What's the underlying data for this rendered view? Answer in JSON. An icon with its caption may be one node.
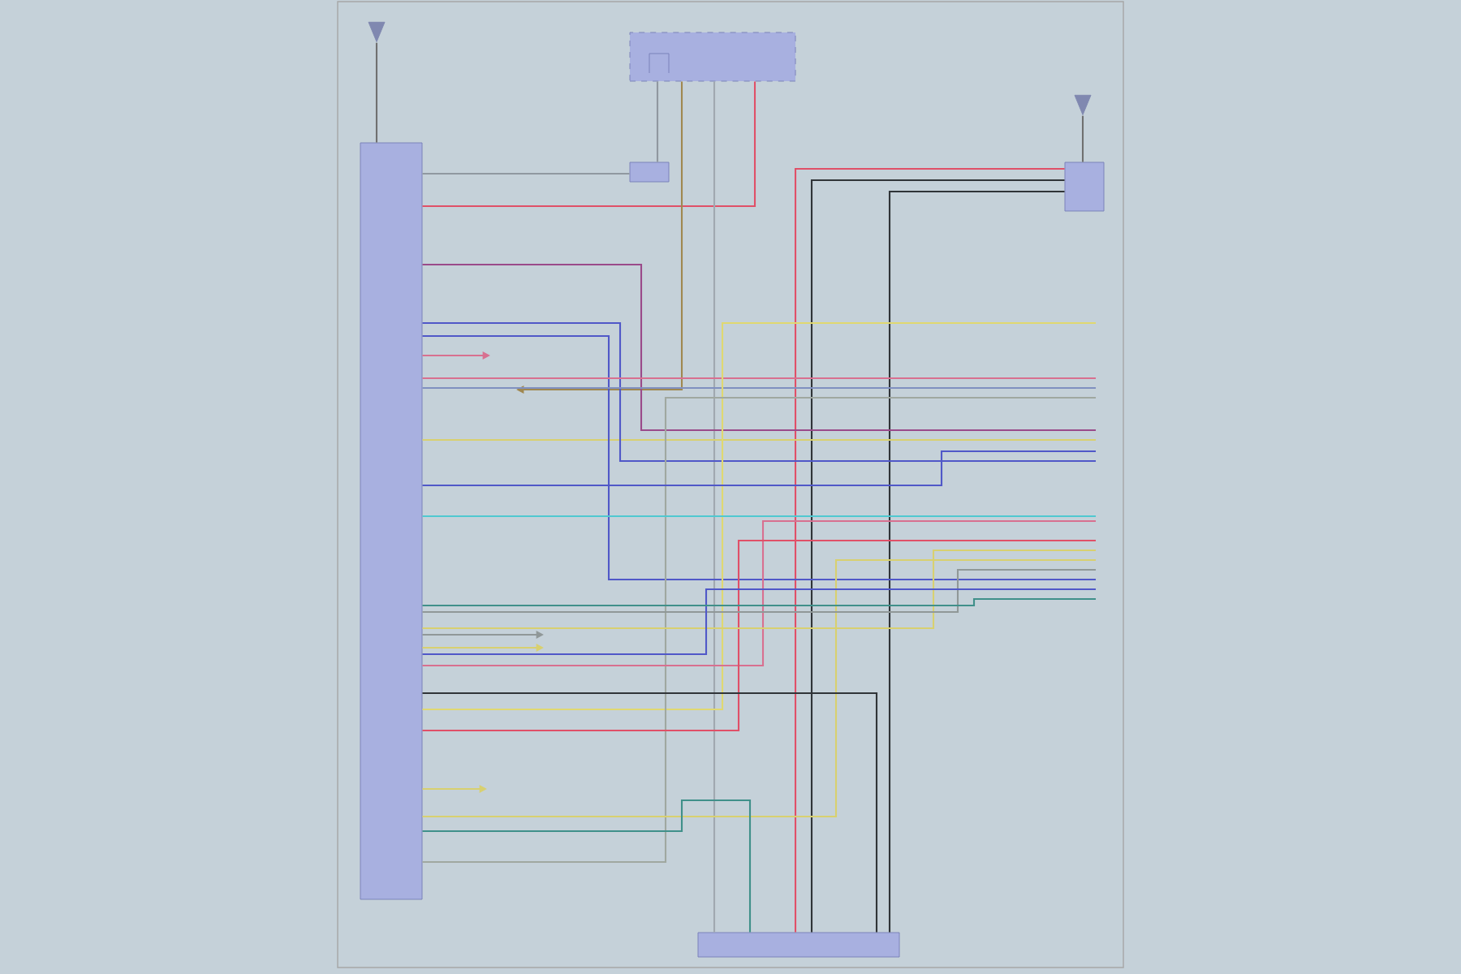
{
  "diagram": {
    "nodes": [
      {
        "text": [],
        "shape": "box"
      },
      {
        "text": [],
        "shape": "box"
      },
      {
        "text": [],
        "shape": "box"
      },
      {
        "text": [],
        "shape": "box"
      },
      {
        "text": [],
        "shape": "box"
      },
      {
        "text": [],
        "shape": "antenna"
      },
      {
        "text": [],
        "shape": "antenna"
      }
    ],
    "edges": [
      {
        "from": 5,
        "to": 0,
        "arrow": "none",
        "color": "#707070"
      },
      {
        "from": 6,
        "to": 2,
        "arrow": "none",
        "color": "#707070"
      },
      {
        "from": 0,
        "to": 1,
        "arrow": "none",
        "color": "#e05068"
      },
      {
        "from": 1,
        "to": null,
        "arrow": "to",
        "color": "#a08850"
      },
      {
        "from": 0,
        "to": 4,
        "arrow": "none",
        "color": "#9098a0"
      },
      {
        "from": 4,
        "to": 1,
        "arrow": "none",
        "color": "#9098a0"
      },
      {
        "from": 2,
        "to": 3,
        "arrow": "none",
        "color": "#e05068"
      },
      {
        "from": 2,
        "to": 3,
        "arrow": "none",
        "color": "#303438"
      },
      {
        "from": 2,
        "to": 3,
        "arrow": "none",
        "color": "#303438"
      },
      {
        "from": 1,
        "to": 3,
        "arrow": "none",
        "color": "#a0a8b0"
      },
      {
        "from": 0,
        "to": null,
        "arrow": "none",
        "color": "#9a4a8a"
      },
      {
        "from": 0,
        "to": null,
        "arrow": "none",
        "color": "#d8d070"
      },
      {
        "from": 0,
        "to": null,
        "arrow": "none",
        "color": "#5058c8"
      },
      {
        "from": 0,
        "to": null,
        "arrow": "none",
        "color": "#5058c8"
      },
      {
        "from": 0,
        "to": null,
        "arrow": "none",
        "color": "#d87090"
      },
      {
        "from": 0,
        "to": null,
        "arrow": "none",
        "color": "#8090c0"
      },
      {
        "from": 0,
        "to": null,
        "arrow": "none",
        "color": "#e0d870"
      },
      {
        "from": 0,
        "to": null,
        "arrow": "none",
        "color": "#a0a8a0"
      },
      {
        "from": 0,
        "to": null,
        "arrow": "none",
        "color": "#5058c8"
      },
      {
        "from": 0,
        "to": null,
        "arrow": "none",
        "color": "#50c8d0"
      },
      {
        "from": 0,
        "to": null,
        "arrow": "none",
        "color": "#d87090"
      },
      {
        "from": 0,
        "to": null,
        "arrow": "none",
        "color": "#e05068"
      },
      {
        "from": 0,
        "to": null,
        "arrow": "none",
        "color": "#d8d070"
      },
      {
        "from": 0,
        "to": null,
        "arrow": "none",
        "color": "#d8d070"
      },
      {
        "from": 0,
        "to": null,
        "arrow": "none",
        "color": "#909898"
      },
      {
        "from": 0,
        "to": null,
        "arrow": "none",
        "color": "#5058c8"
      },
      {
        "from": 0,
        "to": null,
        "arrow": "none",
        "color": "#40908a"
      },
      {
        "from": 0,
        "to": null,
        "arrow": "to",
        "color": "#d87090"
      },
      {
        "from": 0,
        "to": null,
        "arrow": "to",
        "color": "#909898"
      },
      {
        "from": 0,
        "to": null,
        "arrow": "to",
        "color": "#d8d070"
      },
      {
        "from": 0,
        "to": null,
        "arrow": "to",
        "color": "#d8d070"
      },
      {
        "from": 0,
        "to": 3,
        "arrow": "none",
        "color": "#40908a"
      },
      {
        "from": 0,
        "to": 3,
        "arrow": "none",
        "color": "#303438"
      }
    ]
  }
}
